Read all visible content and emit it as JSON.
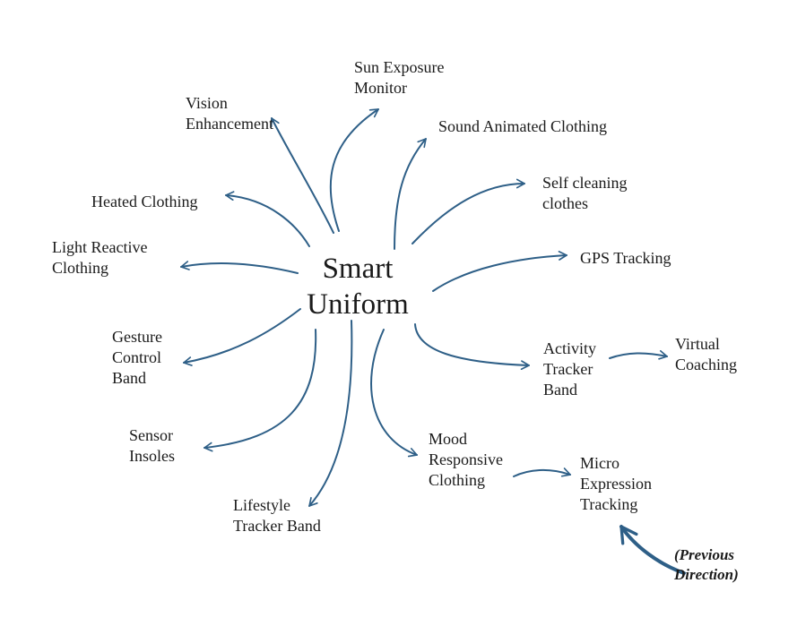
{
  "center": "Smart\nUniform",
  "nodes": {
    "sun": "Sun Exposure\nMonitor",
    "vision": "Vision\nEnhancement",
    "sound": "Sound Animated Clothing",
    "selfclean": "Self cleaning\nclothes",
    "heated": "Heated Clothing",
    "light": "Light Reactive\nClothing",
    "gps": "GPS Tracking",
    "gesture": "Gesture\nControl\nBand",
    "activity": "Activity\nTracker\nBand",
    "virtual": "Virtual\nCoaching",
    "sensor": "Sensor\nInsoles",
    "mood": "Mood\nResponsive\nClothing",
    "micro": "Micro\nExpression\nTracking",
    "lifestyle": "Lifestyle\nTracker Band"
  },
  "note": "(Previous\nDirection)",
  "colors": {
    "arrow": "#2e5f87",
    "text": "#1a1a1a"
  }
}
